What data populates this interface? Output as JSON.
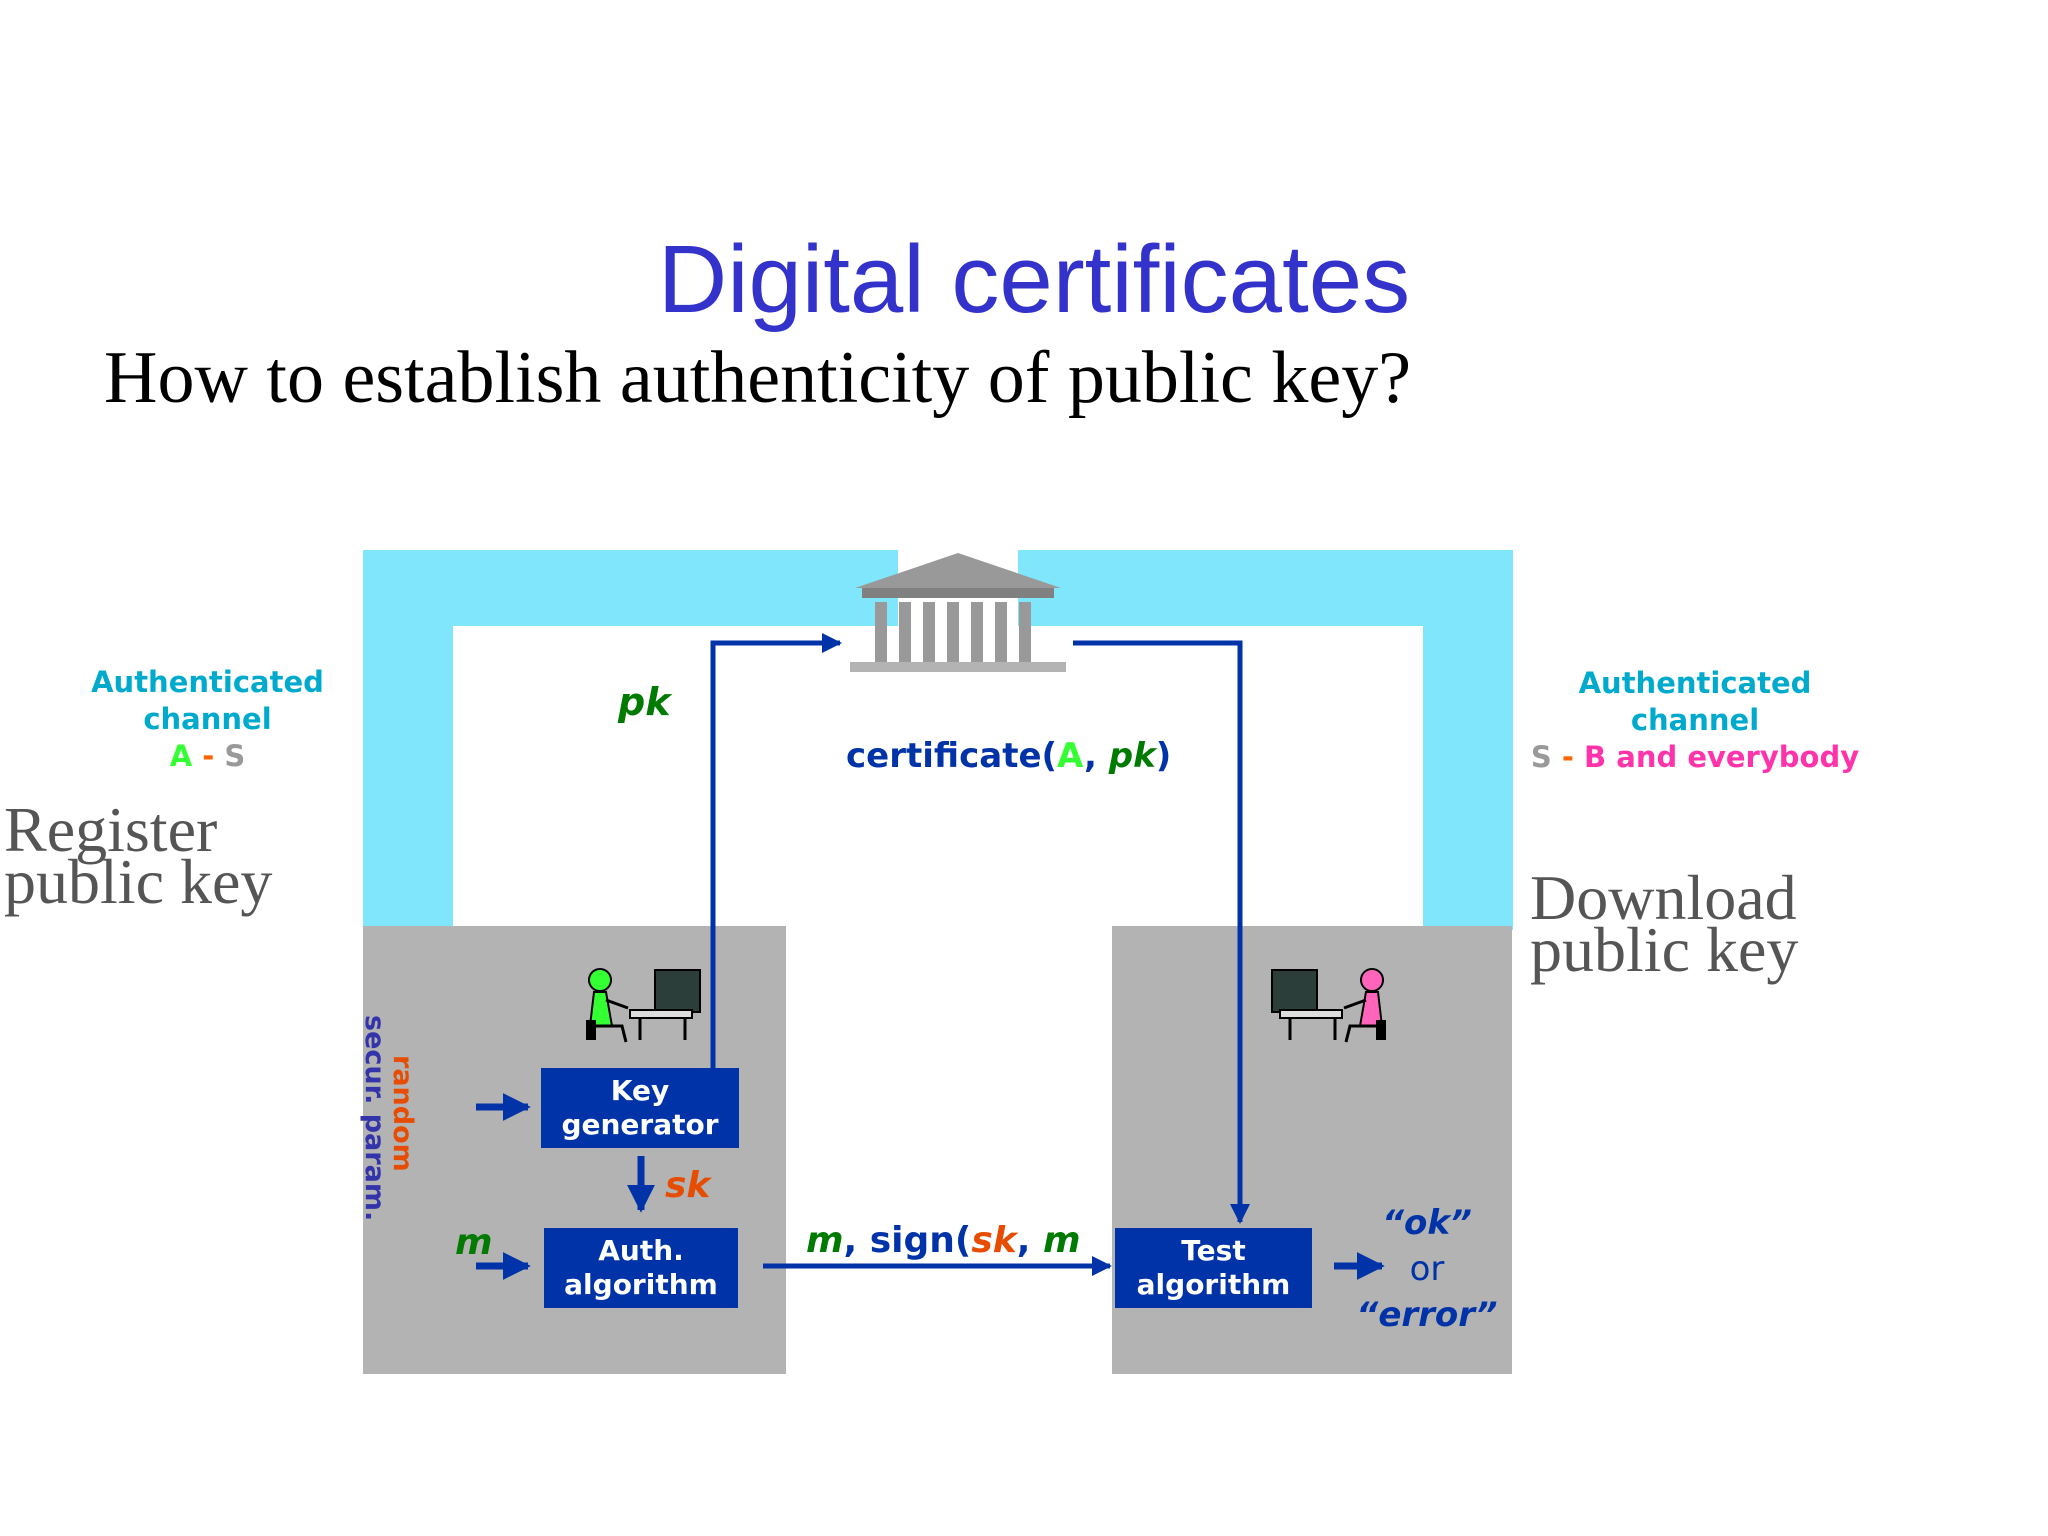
{
  "slide": {
    "title": "Digital certificates",
    "subtitle": "How to establish  authenticity of public key?"
  },
  "notes": {
    "register": [
      "Register",
      "public key"
    ],
    "download": [
      "Download",
      "public key"
    ]
  },
  "left_channel": {
    "line1": "Authenticated",
    "line2": "channel",
    "party_a": "A",
    "dash": "-",
    "party_s": "S"
  },
  "right_channel": {
    "line1": "Authenticated",
    "line2": "channel",
    "party_s": "S",
    "dash": "-",
    "rest": "B and everybody"
  },
  "boxes": {
    "key_generator": [
      "Key",
      "generator"
    ],
    "auth_algorithm": [
      "Auth.",
      "algorithm"
    ],
    "test_algorithm": [
      "Test",
      "algorithm"
    ]
  },
  "labels": {
    "pk": "pk",
    "sk": "sk",
    "m": "m",
    "random": "random",
    "secur_param": "secur. param.",
    "cert_prefix": "certificate(",
    "cert_a": "A",
    "cert_sep": ", ",
    "cert_pk": "pk",
    "cert_suffix": ")",
    "msg_m": "m",
    "msg_sign": ", sign(",
    "msg_sk": "sk",
    "msg_sep": ", ",
    "msg_m2": "m",
    "ok": "“ok”",
    "or": "or",
    "error": "“error”"
  },
  "colors": {
    "title": "#3333cc",
    "channel": "#80e6fb",
    "grey_box": "#b3b3b3",
    "algo_box": "#0033a8",
    "arrow": "#0033a8",
    "channel_text": "#00aacc",
    "party_a": "#33ff33",
    "party_s": "#999999",
    "party_b": "#ff33aa",
    "pk_text": "#007a00",
    "sk_text": "#e64d00",
    "random_text": "#e64d00",
    "secur_text": "#3333aa"
  }
}
